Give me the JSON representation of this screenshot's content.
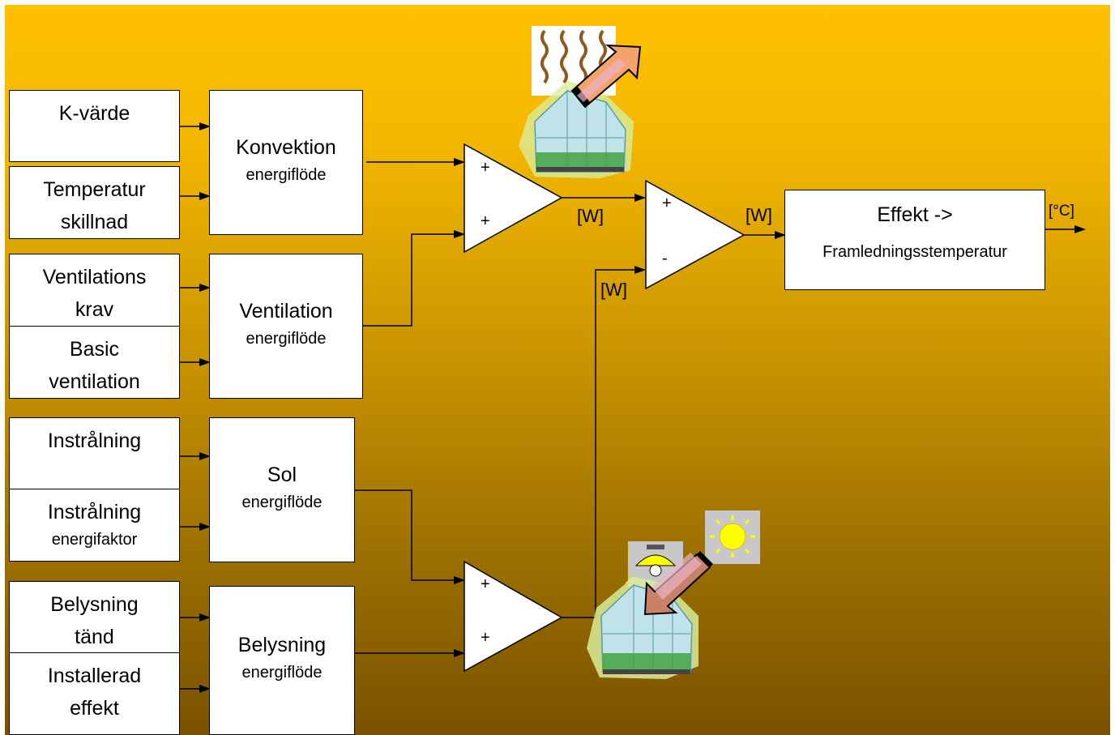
{
  "inputs": {
    "k_value": "K-värde",
    "temp_diff": [
      "Temperatur",
      "skillnad"
    ],
    "vent_req": [
      "Ventilations",
      "krav"
    ],
    "basic_vent": [
      "Basic",
      "ventilation"
    ],
    "irradiance": "Instrålning",
    "irradiance_factor": [
      "Instrålning",
      "energifaktor"
    ],
    "lighting_on": [
      "Belysning",
      "tänd"
    ],
    "installed_power": [
      "Installerad",
      "effekt"
    ]
  },
  "blocks": {
    "convection": [
      "Konvektion",
      "energiflöde"
    ],
    "ventilation": [
      "Ventilation",
      "energiflöde"
    ],
    "solar": [
      "Sol",
      "energiflöde"
    ],
    "lighting": [
      "Belysning",
      "energiflöde"
    ],
    "output": [
      "Effekt ->",
      "Framledningsstemperatur"
    ]
  },
  "summers": {
    "top": [
      "+",
      "+"
    ],
    "bottom": [
      "+",
      "+"
    ],
    "diff": [
      "+",
      "-"
    ]
  },
  "signals": {
    "w_top": "[W]",
    "w_bottom": "[W]",
    "w_out": "[W]",
    "celsius": "[°C]"
  },
  "icons": [
    "greenhouse-heat-loss-icon",
    "greenhouse-heat-gain-icon",
    "lamp-icon",
    "sun-icon"
  ]
}
